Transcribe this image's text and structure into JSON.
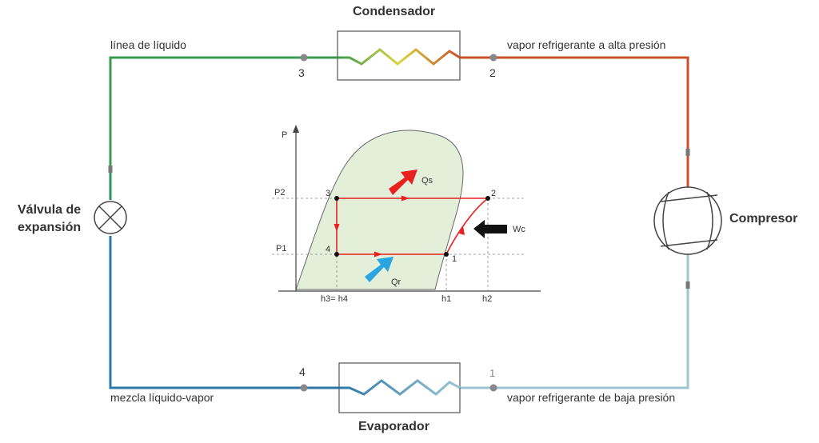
{
  "components": {
    "condenser": "Condensador",
    "evaporator": "Evaporador",
    "compressor": "Compresor",
    "valve_line1": "Válvula de",
    "valve_line2": "expansión"
  },
  "lines": {
    "liquid_line": "línea de líquido",
    "high_pressure_vapor": "vapor refrigerante a alta presión",
    "mixture": "mezcla líquido-vapor",
    "low_pressure_vapor": "vapor refrigerante de baja presión"
  },
  "points": {
    "p1": "1",
    "p2": "2",
    "p3": "3",
    "p4": "4"
  },
  "ph_diagram": {
    "y_axis": "P",
    "pressures": [
      "P2",
      "P1"
    ],
    "enthalpies": [
      "h3= h4",
      "h1",
      "h2"
    ],
    "states": [
      "3",
      "2",
      "4",
      "1"
    ],
    "heat_rejected": "Qs",
    "heat_absorbed": "Qr",
    "work": "Wc"
  },
  "colors": {
    "hot": "#c8502a",
    "liquid": "#3a9a52",
    "mixture": "#2d78a8",
    "cold_vapor": "#9cc4d2",
    "dome_fill": "#e3efd8",
    "cycle": "#e8201e",
    "qs_arrow": "#e8201e",
    "qr_arrow": "#29a6e2"
  }
}
